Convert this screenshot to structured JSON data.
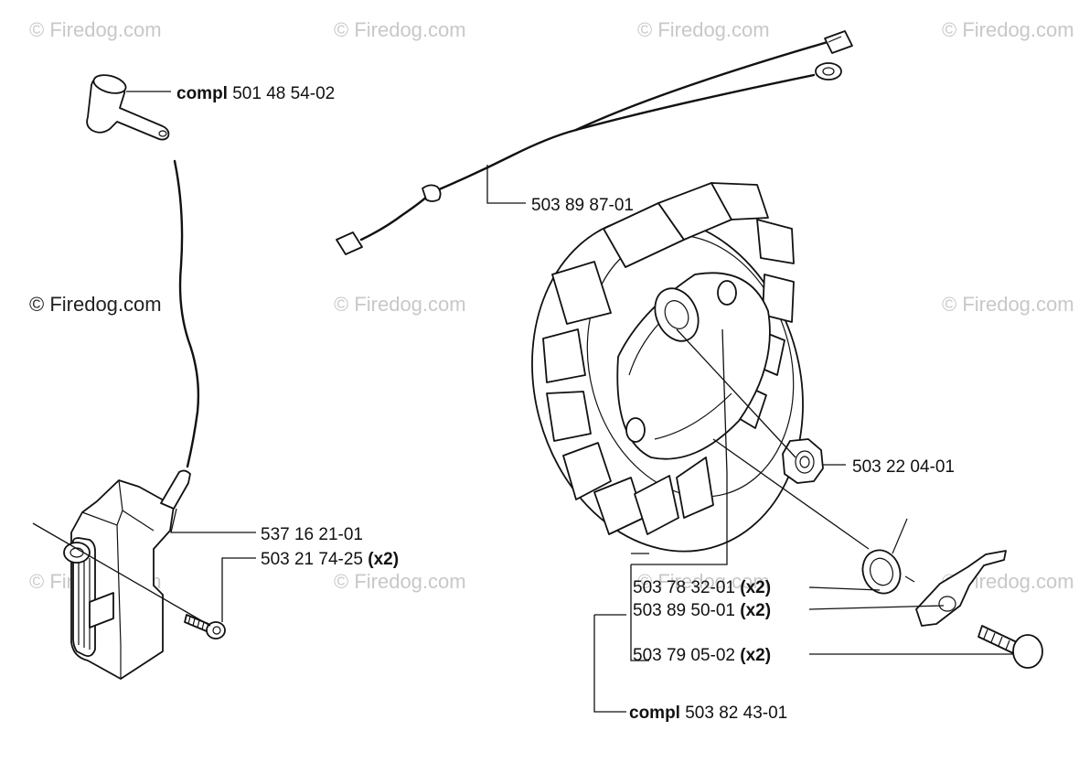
{
  "watermark": "© Firedog.com",
  "labels": {
    "spark_cap": {
      "prefix": "compl",
      "part": "501 48 54-02"
    },
    "wire_harness": {
      "part": "503 89 87-01"
    },
    "nut": {
      "part": "503 22 04-01"
    },
    "ignition_module": {
      "part": "537 16 21-01"
    },
    "module_screw": {
      "part": "503 21 74-25",
      "qty": "(x2)"
    },
    "spring": {
      "part": "503 78 32-01",
      "qty": "(x2)"
    },
    "pawl": {
      "part": "503 89 50-01",
      "qty": "(x2)"
    },
    "pawl_bolt": {
      "part": "503 79 05-02",
      "qty": "(x2)"
    },
    "flywheel": {
      "prefix": "compl",
      "part": "503 82 43-01"
    }
  }
}
